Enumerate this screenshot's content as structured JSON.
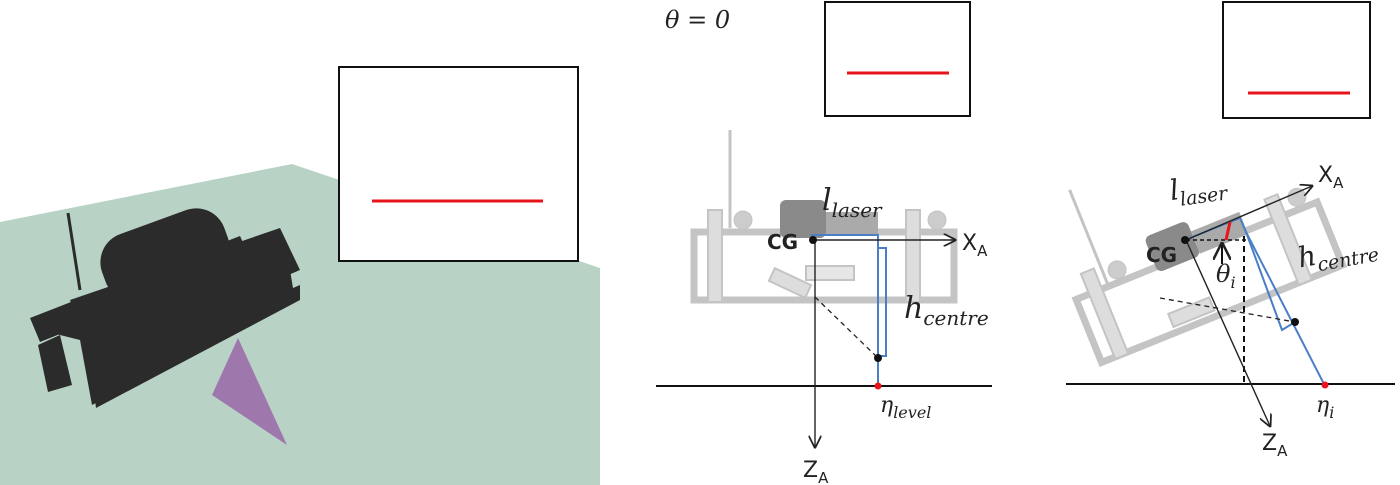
{
  "colors": {
    "ground": "#b8d3c5",
    "robot": "#2b2b2b",
    "laser_cone": "#9e78ad",
    "laser_line": "#e8141c",
    "frame_line": "#4a7ec7",
    "structure": "#c4c4c4",
    "ink": "#222222"
  },
  "panel_level": {
    "theta_label": "θ = 0",
    "l_laser": "l",
    "l_laser_sub": "laser",
    "cg": "CG",
    "x_axis": "X",
    "x_axis_sub": "A",
    "z_axis": "Z",
    "z_axis_sub": "A",
    "h_centre": "h",
    "h_centre_sub": "centre",
    "eta": "η",
    "eta_sub": "level"
  },
  "panel_tilted": {
    "l_laser": "l",
    "l_laser_sub": "laser",
    "cg": "CG",
    "x_axis": "X",
    "x_axis_sub": "A",
    "z_axis": "Z",
    "z_axis_sub": "A",
    "h_centre": "h",
    "h_centre_sub": "centre",
    "theta": "θ",
    "theta_sub": "i",
    "eta": "η",
    "eta_sub": "i"
  }
}
